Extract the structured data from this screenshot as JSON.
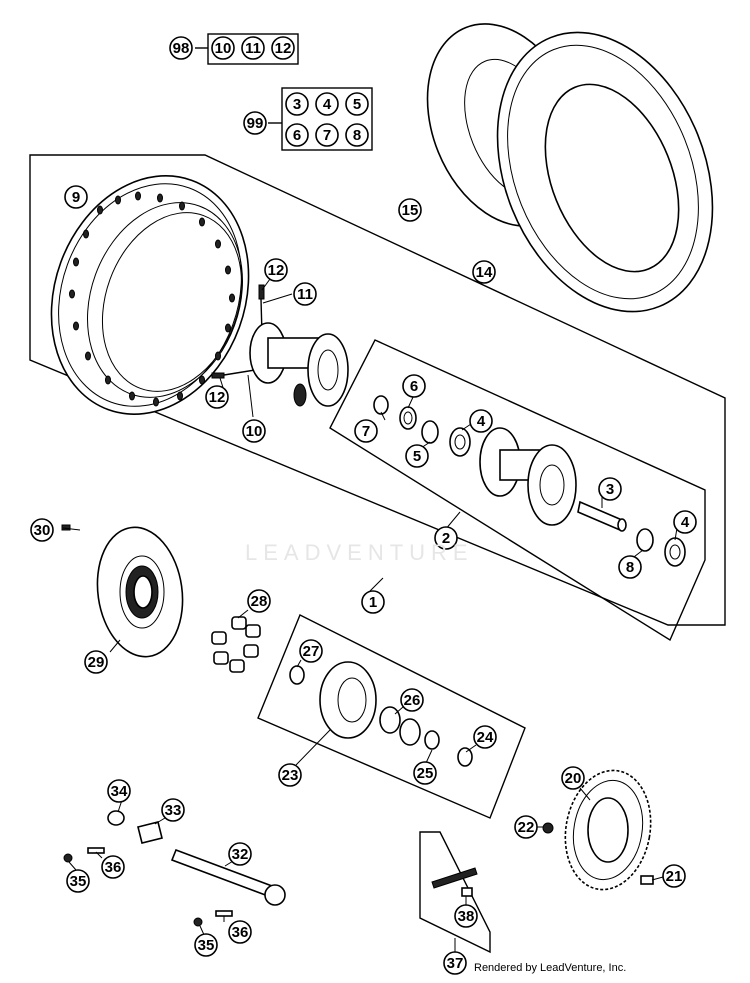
{
  "watermark": "LEADVENTURE",
  "footer": "Rendered by LeadVenture, Inc.",
  "callouts": {
    "c98": "98",
    "c10a": "10",
    "c11a": "11",
    "c12a": "12",
    "c99": "99",
    "c3a": "3",
    "c4a": "4",
    "c5a": "5",
    "c6a": "6",
    "c7a": "7",
    "c8a": "8",
    "c9": "9",
    "c15": "15",
    "c14": "14",
    "c12b": "12",
    "c11b": "11",
    "c12c": "12",
    "c10b": "10",
    "c6b": "6",
    "c7b": "7",
    "c5b": "5",
    "c4b": "4",
    "c3b": "3",
    "c4c": "4",
    "c8b": "8",
    "c2": "2",
    "c30": "30",
    "c1": "1",
    "c28": "28",
    "c29": "29",
    "c27": "27",
    "c26": "26",
    "c24": "24",
    "c25": "25",
    "c23": "23",
    "c34": "34",
    "c33": "33",
    "c20": "20",
    "c22": "22",
    "c32": "32",
    "c36a": "36",
    "c35a": "35",
    "c21": "21",
    "c38": "38",
    "c36b": "36",
    "c35b": "35",
    "c37": "37"
  }
}
